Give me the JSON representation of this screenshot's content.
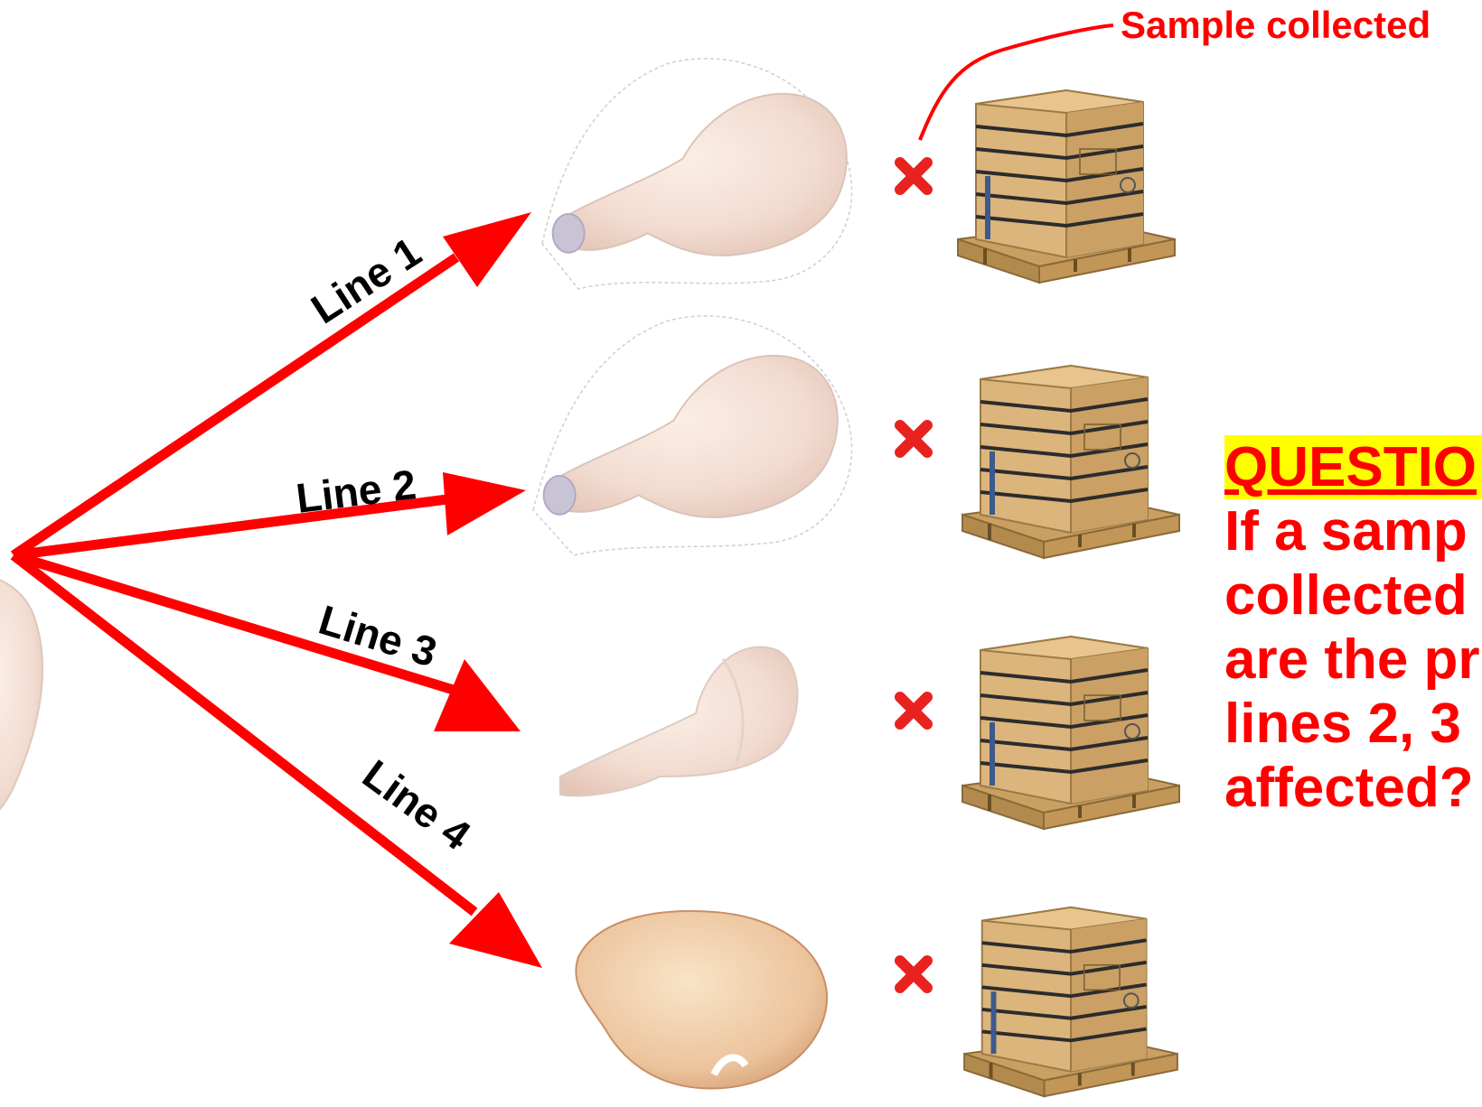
{
  "lines": [
    {
      "label": "Line 1"
    },
    {
      "label": "Line 2"
    },
    {
      "label": "Line 3"
    },
    {
      "label": "Line 4"
    }
  ],
  "sample_label": "Sample collected",
  "question": {
    "title": "QUESTIO",
    "lines": [
      "If a samp",
      "collected",
      "are the pr",
      "lines 2, 3",
      "affected?"
    ]
  },
  "colors": {
    "accent": "#ff0000",
    "highlight": "#ffff00",
    "box": "#dcb57c",
    "pallet": "#caa062"
  },
  "icons": [
    "chicken-thigh-image",
    "chicken-drumstick-image",
    "x-mark-icon",
    "cardboard-box-icon",
    "pallet-icon"
  ]
}
